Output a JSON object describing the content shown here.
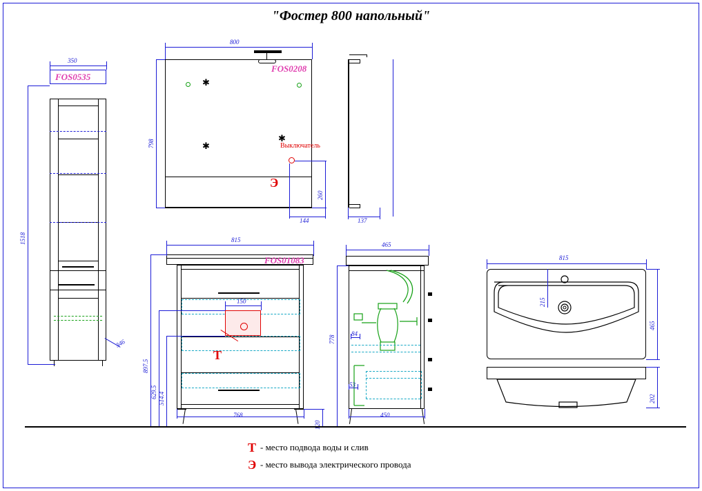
{
  "drawing": {
    "title": "\"Фостер 800 напольный\"",
    "product_codes": {
      "column": "FOS0535",
      "mirror": "FOS0208",
      "cabinet": "FOS01083"
    },
    "labels": {
      "switch": "Выключатель",
      "marker_water": "Т",
      "marker_electric": "Э"
    },
    "legend": [
      {
        "symbol": "Т",
        "text": "- место подвода воды и слив"
      },
      {
        "symbol": "Э",
        "text": "- место вывода электрического провода"
      }
    ],
    "dimensions": {
      "column": {
        "width": "350",
        "height": "1518",
        "depth": "346"
      },
      "mirror": {
        "width": "800",
        "height": "798",
        "switch_height": "260",
        "bottom_offset": "144",
        "side_depth": "137"
      },
      "cabinet_front": {
        "top_width": "815",
        "base_width": "768",
        "sink_cut": "150",
        "height_total": "897.5",
        "height_mid": "629.5",
        "height_low": "514.4",
        "base_height": "120"
      },
      "cabinet_side": {
        "depth_top": "465",
        "height": "778",
        "inner_1": "84",
        "inner_2": "53",
        "base_depth": "450"
      },
      "sink": {
        "width": "815",
        "depth": "465",
        "hole_offset": "215",
        "height": "202"
      }
    }
  },
  "colors": {
    "line": "#1b1bd6",
    "outline": "#000000",
    "code": "#e040b0",
    "accent_red": "#e00000",
    "accent_green": "#14a014",
    "accent_cyan": "#13a7c4"
  }
}
